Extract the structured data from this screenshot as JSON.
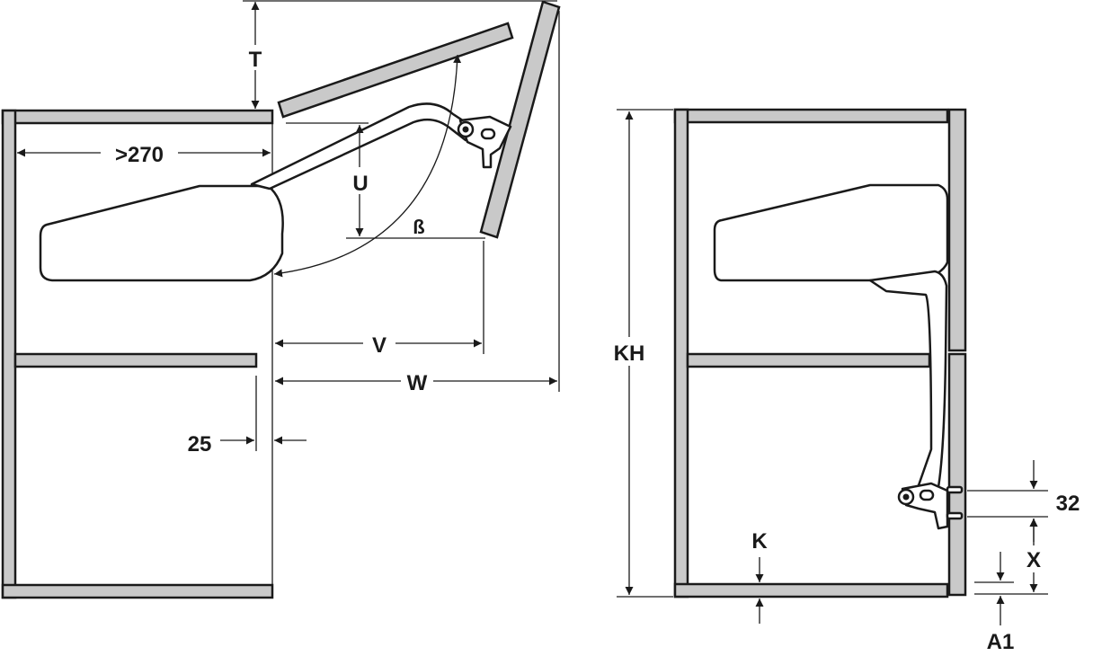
{
  "labels": {
    "t": "T",
    "depth": ">270",
    "u": "U",
    "beta": "ß",
    "v": "V",
    "w": "W",
    "inset": "25",
    "kh": "KH",
    "hole_spacing": "32",
    "k": "K",
    "x": "X",
    "a1": "A1"
  }
}
